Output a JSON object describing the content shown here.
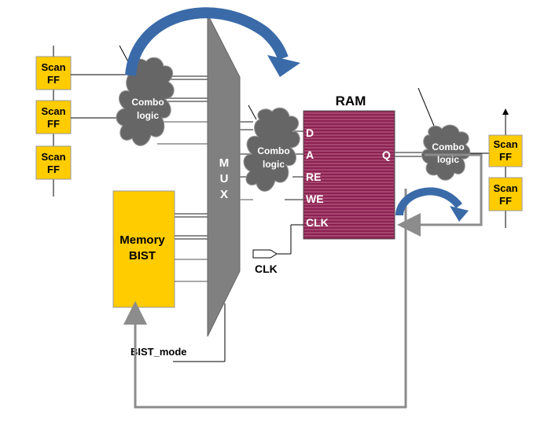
{
  "scan_ffs": {
    "left": [
      {
        "line1": "Scan",
        "line2": "FF"
      },
      {
        "line1": "Scan",
        "line2": "FF"
      },
      {
        "line1": "Scan",
        "line2": "FF"
      }
    ],
    "right": [
      {
        "line1": "Scan",
        "line2": "FF"
      },
      {
        "line1": "Scan",
        "line2": "FF"
      }
    ]
  },
  "combo_logic": [
    {
      "line1": "Combo",
      "line2": "logic"
    },
    {
      "line1": "Combo",
      "line2": "logic"
    },
    {
      "line1": "Combo",
      "line2": "logic"
    }
  ],
  "mux": {
    "letters": [
      "M",
      "U",
      "X"
    ]
  },
  "ram": {
    "title": "RAM",
    "pins": [
      "D",
      "A",
      "RE",
      "WE",
      "CLK"
    ],
    "output": "Q"
  },
  "memory_bist": {
    "line1": "Memory",
    "line2": "BIST"
  },
  "clk_port": "CLK",
  "bist_mode": "BIST_mode",
  "colors": {
    "scan_ff_fill": "#ffcc00",
    "bist_fill": "#ffcc00",
    "ram_fill": "#8b2252",
    "ram_stripe": "#c26a8d",
    "mux_fill": "#808080",
    "cloud_fill": "#666666",
    "arrow_blue": "#3a6aa8",
    "wire_gray": "#8c8c8c"
  }
}
